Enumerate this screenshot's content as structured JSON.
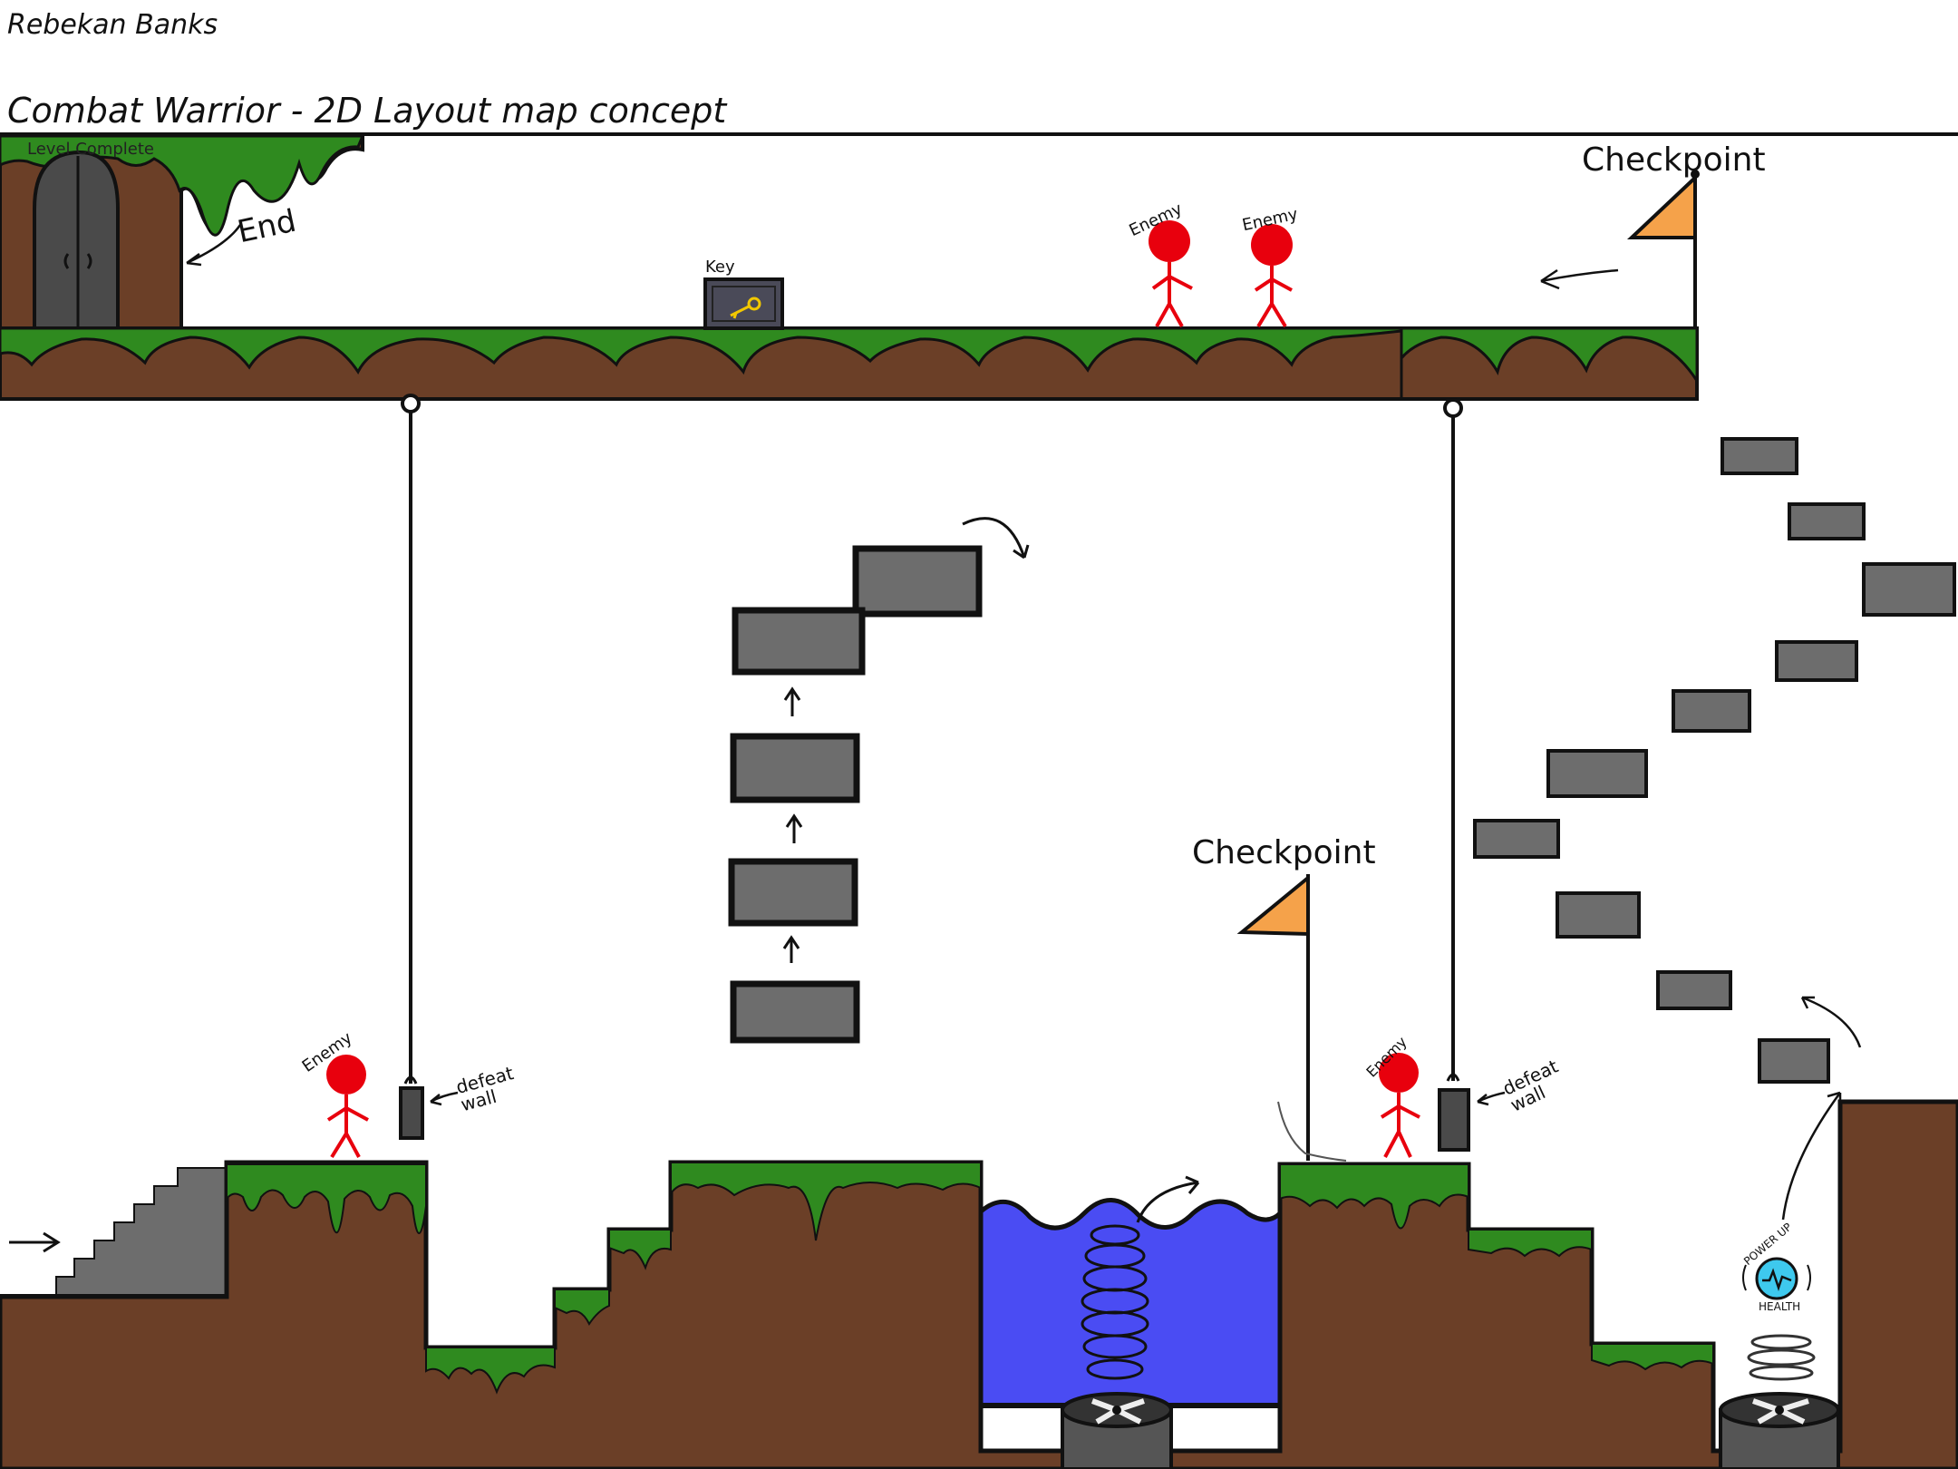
{
  "author": "Rebekan Banks",
  "title": "Combat Warrior - 2D Layout map concept",
  "labels": {
    "level_complete": "Level Complete",
    "end": "End",
    "key": "Key",
    "enemy": "Enemy",
    "checkpoint": "Checkpoint",
    "defeat_wall": "defeat wall",
    "power_up_top": "POWER UP",
    "power_up_bottom": "HEALTH"
  },
  "colors": {
    "grass": "#2f8a1f",
    "dirt": "#6b3f27",
    "stone": "#6d6d6d",
    "water": "#4a4cf3",
    "enemy": "#e8000d",
    "flag": "#f5a24a",
    "outline": "#111111",
    "door": "#4a4a4a",
    "key_gold": "#f2c800",
    "power_up": "#3ec9ee"
  },
  "icons": [
    "door-icon",
    "key-chest-icon",
    "enemy-stick-figure-icon",
    "checkpoint-flag-icon",
    "spring-icon",
    "fan-icon",
    "power-up-health-icon",
    "arrow-icon"
  ]
}
